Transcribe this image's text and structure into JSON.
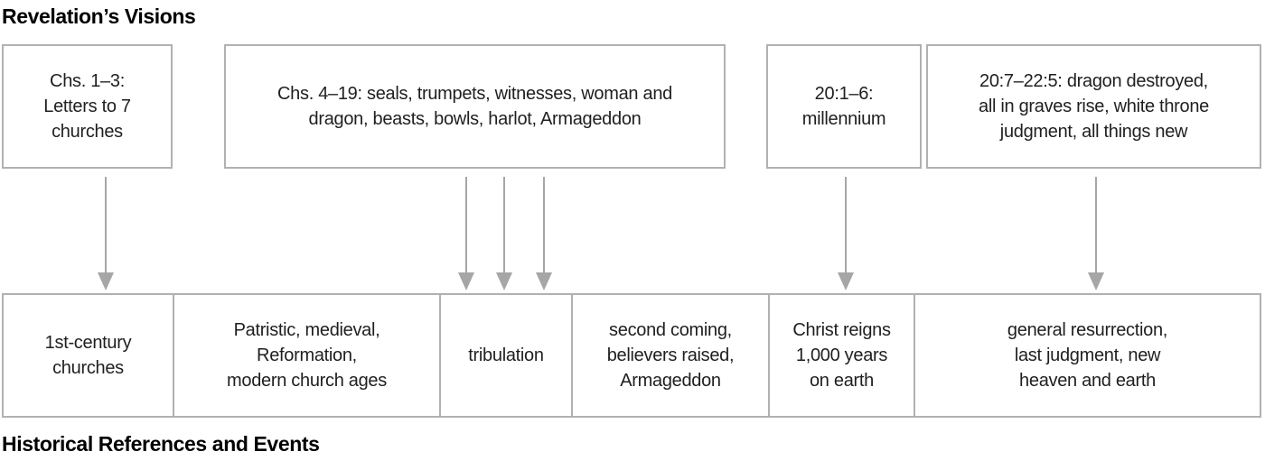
{
  "diagram": {
    "top_title": "Revelation’s Visions",
    "bottom_title": "Historical References and Events"
  },
  "visions": [
    {
      "name": "chs-1-3",
      "text": "Chs. 1–3:\nLetters to 7\nchurches"
    },
    {
      "name": "chs-4-19",
      "text": "Chs. 4–19: seals, trumpets, witnesses, woman and\ndragon, beasts, bowls, harlot, Armageddon"
    },
    {
      "name": "20-1-6",
      "text": "20:1–6:\nmillennium"
    },
    {
      "name": "20-7-22-5",
      "text": "20:7–22:5: dragon destroyed,\nall in graves rise, white throne\njudgment, all things new"
    }
  ],
  "events": [
    {
      "name": "1st-century-churches",
      "text": "1st-century\nchurches"
    },
    {
      "name": "church-ages",
      "text": "Patristic, medieval,\nReformation,\nmodern church ages"
    },
    {
      "name": "tribulation",
      "text": "tribulation"
    },
    {
      "name": "second-coming",
      "text": "second coming,\nbelievers raised,\nArmageddon"
    },
    {
      "name": "christ-reigns",
      "text": "Christ reigns\n1,000 years\non earth"
    },
    {
      "name": "general-resurrection",
      "text": "general resurrection,\nlast judgment, new\nheaven and earth"
    }
  ],
  "colors": {
    "border_gray": "#b1b1b1",
    "arrow_gray": "#a6a6a6",
    "box_text": "#1f1f1f",
    "title_text": "#000000"
  }
}
